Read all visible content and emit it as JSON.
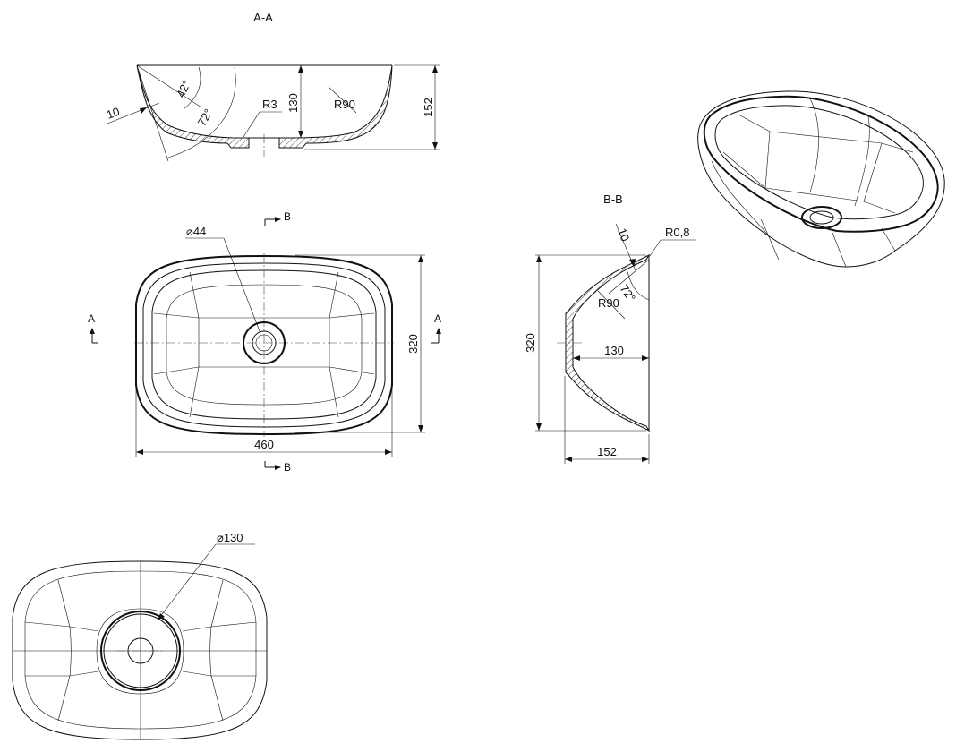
{
  "section_aa": {
    "title": "A-A",
    "dim_10": "10",
    "angle_42": "42°",
    "angle_72": "72°",
    "radius_r3": "R3",
    "dim_130": "130",
    "radius_r90": "R90",
    "dim_152": "152"
  },
  "top_view": {
    "cut_b_top": "B",
    "cut_b_bottom": "B",
    "cut_a_left": "A",
    "cut_a_right": "A",
    "drain_dia": "⌀44",
    "dim_width": "460",
    "dim_depth": "320"
  },
  "section_bb": {
    "title": "B-B",
    "dim_10": "10",
    "radius_r08": "R0,8",
    "angle_72": "72°",
    "radius_r90": "R90",
    "dim_320": "320",
    "dim_130": "130",
    "dim_152": "152"
  },
  "bottom_view": {
    "base_dia": "⌀130"
  }
}
